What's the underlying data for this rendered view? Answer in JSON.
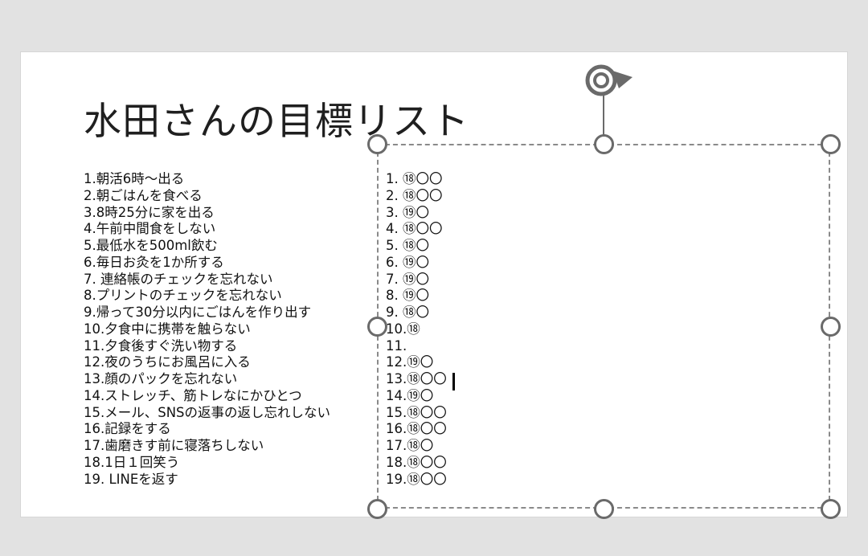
{
  "title": "水田さんの目標リスト",
  "goals": [
    "1.朝活6時〜出る",
    "2.朝ごはんを食べる",
    "3.8時25分に家を出る",
    "4.午前中間食をしない",
    "5.最低水を500ml飲む",
    "6.毎日お灸を1か所する",
    "7. 連絡帳のチェックを忘れない",
    "8.プリントのチェックを忘れない",
    "9.帰って30分以内にごはんを作り出す",
    "10.夕食中に携帯を触らない",
    "11.夕食後すぐ洗い物する",
    "12.夜のうちにお風呂に入る",
    "13.顔のパックを忘れない",
    "14.ストレッチ、筋トレなにかひとつ",
    "15.メール、SNSの返事の返し忘れしない",
    "16.記録をする",
    "17.歯磨きす前に寝落ちしない",
    "18.1日１回笑う",
    "19. LINEを返す"
  ],
  "scores": [
    "1. ⑱〇〇",
    "2. ⑱〇〇",
    "3. ⑲〇",
    "4. ⑱〇〇",
    "5. ⑱〇",
    "6. ⑲〇",
    "7. ⑲〇",
    "8. ⑲〇",
    "9. ⑱〇",
    "10.⑱",
    "11.",
    "12.⑲〇",
    "13.⑱〇〇",
    "14.⑲〇",
    "15.⑱〇〇",
    "16.⑱〇〇",
    "17.⑱〇",
    "18.⑱〇〇",
    "19.⑱〇〇"
  ],
  "colors": {
    "background": "#e2e2e2",
    "slide": "#ffffff",
    "handle": "#6a6a6a",
    "selection_border": "#8a8a8a"
  }
}
